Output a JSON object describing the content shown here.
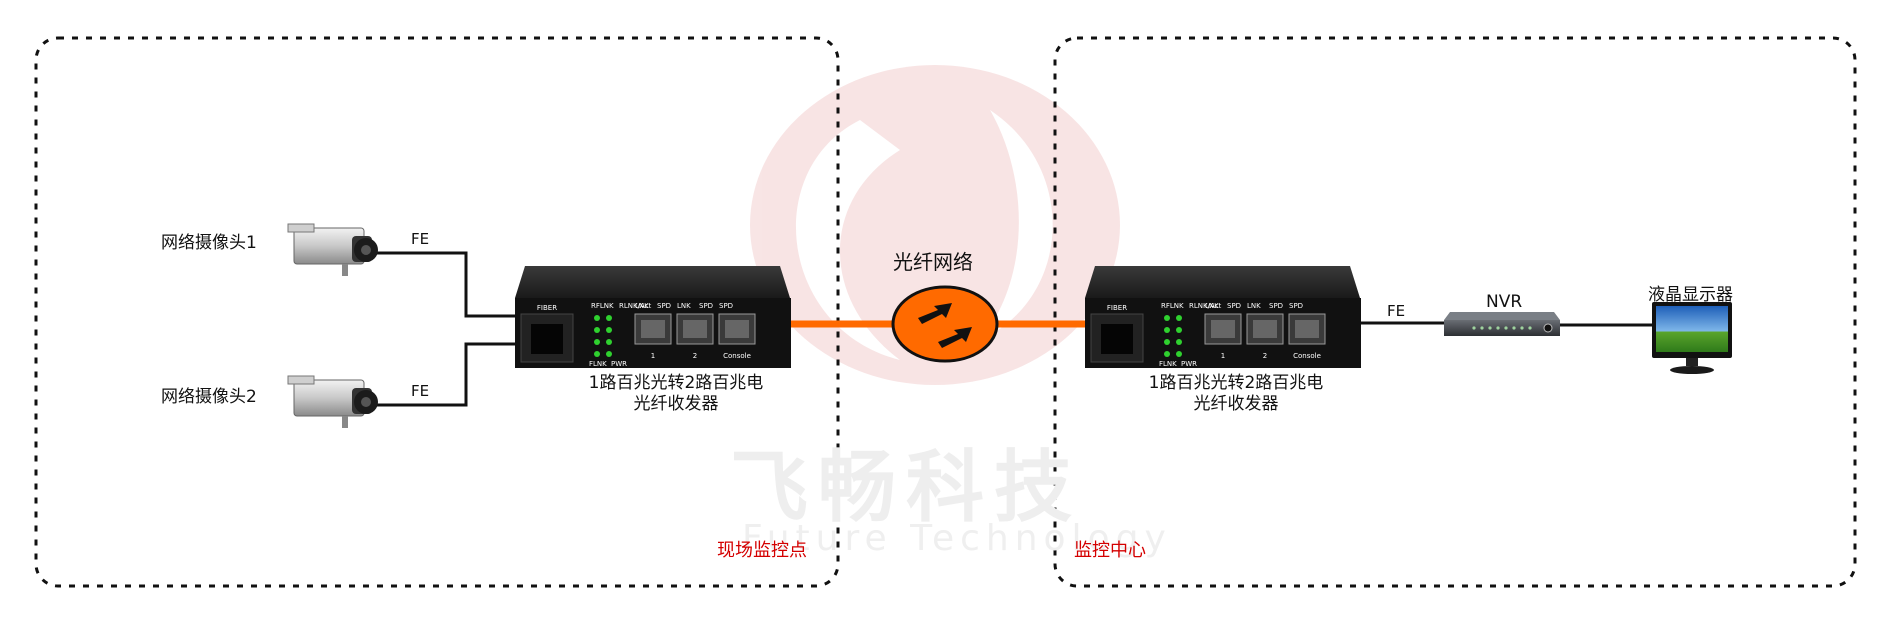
{
  "watermark": {
    "title": "飞畅科技",
    "subtitle": "Future Technology"
  },
  "zones": {
    "site_label": "现场监控点",
    "center_label": "监控中心"
  },
  "cameras": [
    {
      "label": "网络摄像头1",
      "link": "FE"
    },
    {
      "label": "网络摄像头2",
      "link": "FE"
    }
  ],
  "network_label": "光纤网络",
  "converter": {
    "caption_line1": "1路百兆光转2路百兆电",
    "caption_line2": "光纤收发器",
    "panel": {
      "fiber": "FIBER",
      "rflnk": "RFLNK",
      "rlnk": "RLNK/Act",
      "flnk": "FLNK",
      "pwr": "PWR",
      "lnk": "LNK",
      "spd": "SPD",
      "port1": "1",
      "port2": "2",
      "console": "Console"
    }
  },
  "nvr": {
    "label": "NVR",
    "link": "FE"
  },
  "monitor": {
    "label": "液晶显示器"
  },
  "colors": {
    "fiber": "#ff6a00",
    "zone_border": "#111111",
    "zone_label": "#d40000",
    "watermark": "#f0c8c8"
  }
}
